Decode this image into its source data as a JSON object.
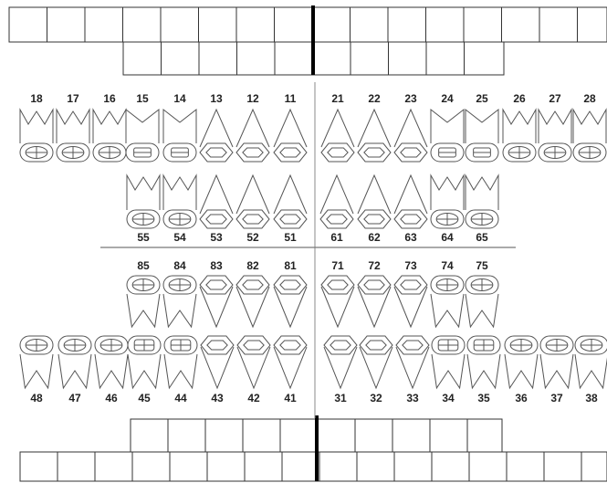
{
  "chart_data": {
    "type": "dental_chart",
    "permanent_upper_right": [
      "18",
      "17",
      "16",
      "15",
      "14",
      "13",
      "12",
      "11"
    ],
    "permanent_upper_left": [
      "21",
      "22",
      "23",
      "24",
      "25",
      "26",
      "27",
      "28"
    ],
    "primary_upper_right": [
      "55",
      "54",
      "53",
      "52",
      "51"
    ],
    "primary_upper_left": [
      "61",
      "62",
      "63",
      "64",
      "65"
    ],
    "primary_lower_right": [
      "85",
      "84",
      "83",
      "82",
      "81"
    ],
    "primary_lower_left": [
      "71",
      "72",
      "73",
      "74",
      "75"
    ],
    "permanent_lower_right": [
      "48",
      "47",
      "46",
      "45",
      "44",
      "43",
      "42",
      "41"
    ],
    "permanent_lower_left": [
      "31",
      "32",
      "33",
      "34",
      "35",
      "36",
      "37",
      "38"
    ]
  },
  "colors": {
    "line": "#555555",
    "text": "#222222",
    "background": "#ffffff"
  }
}
